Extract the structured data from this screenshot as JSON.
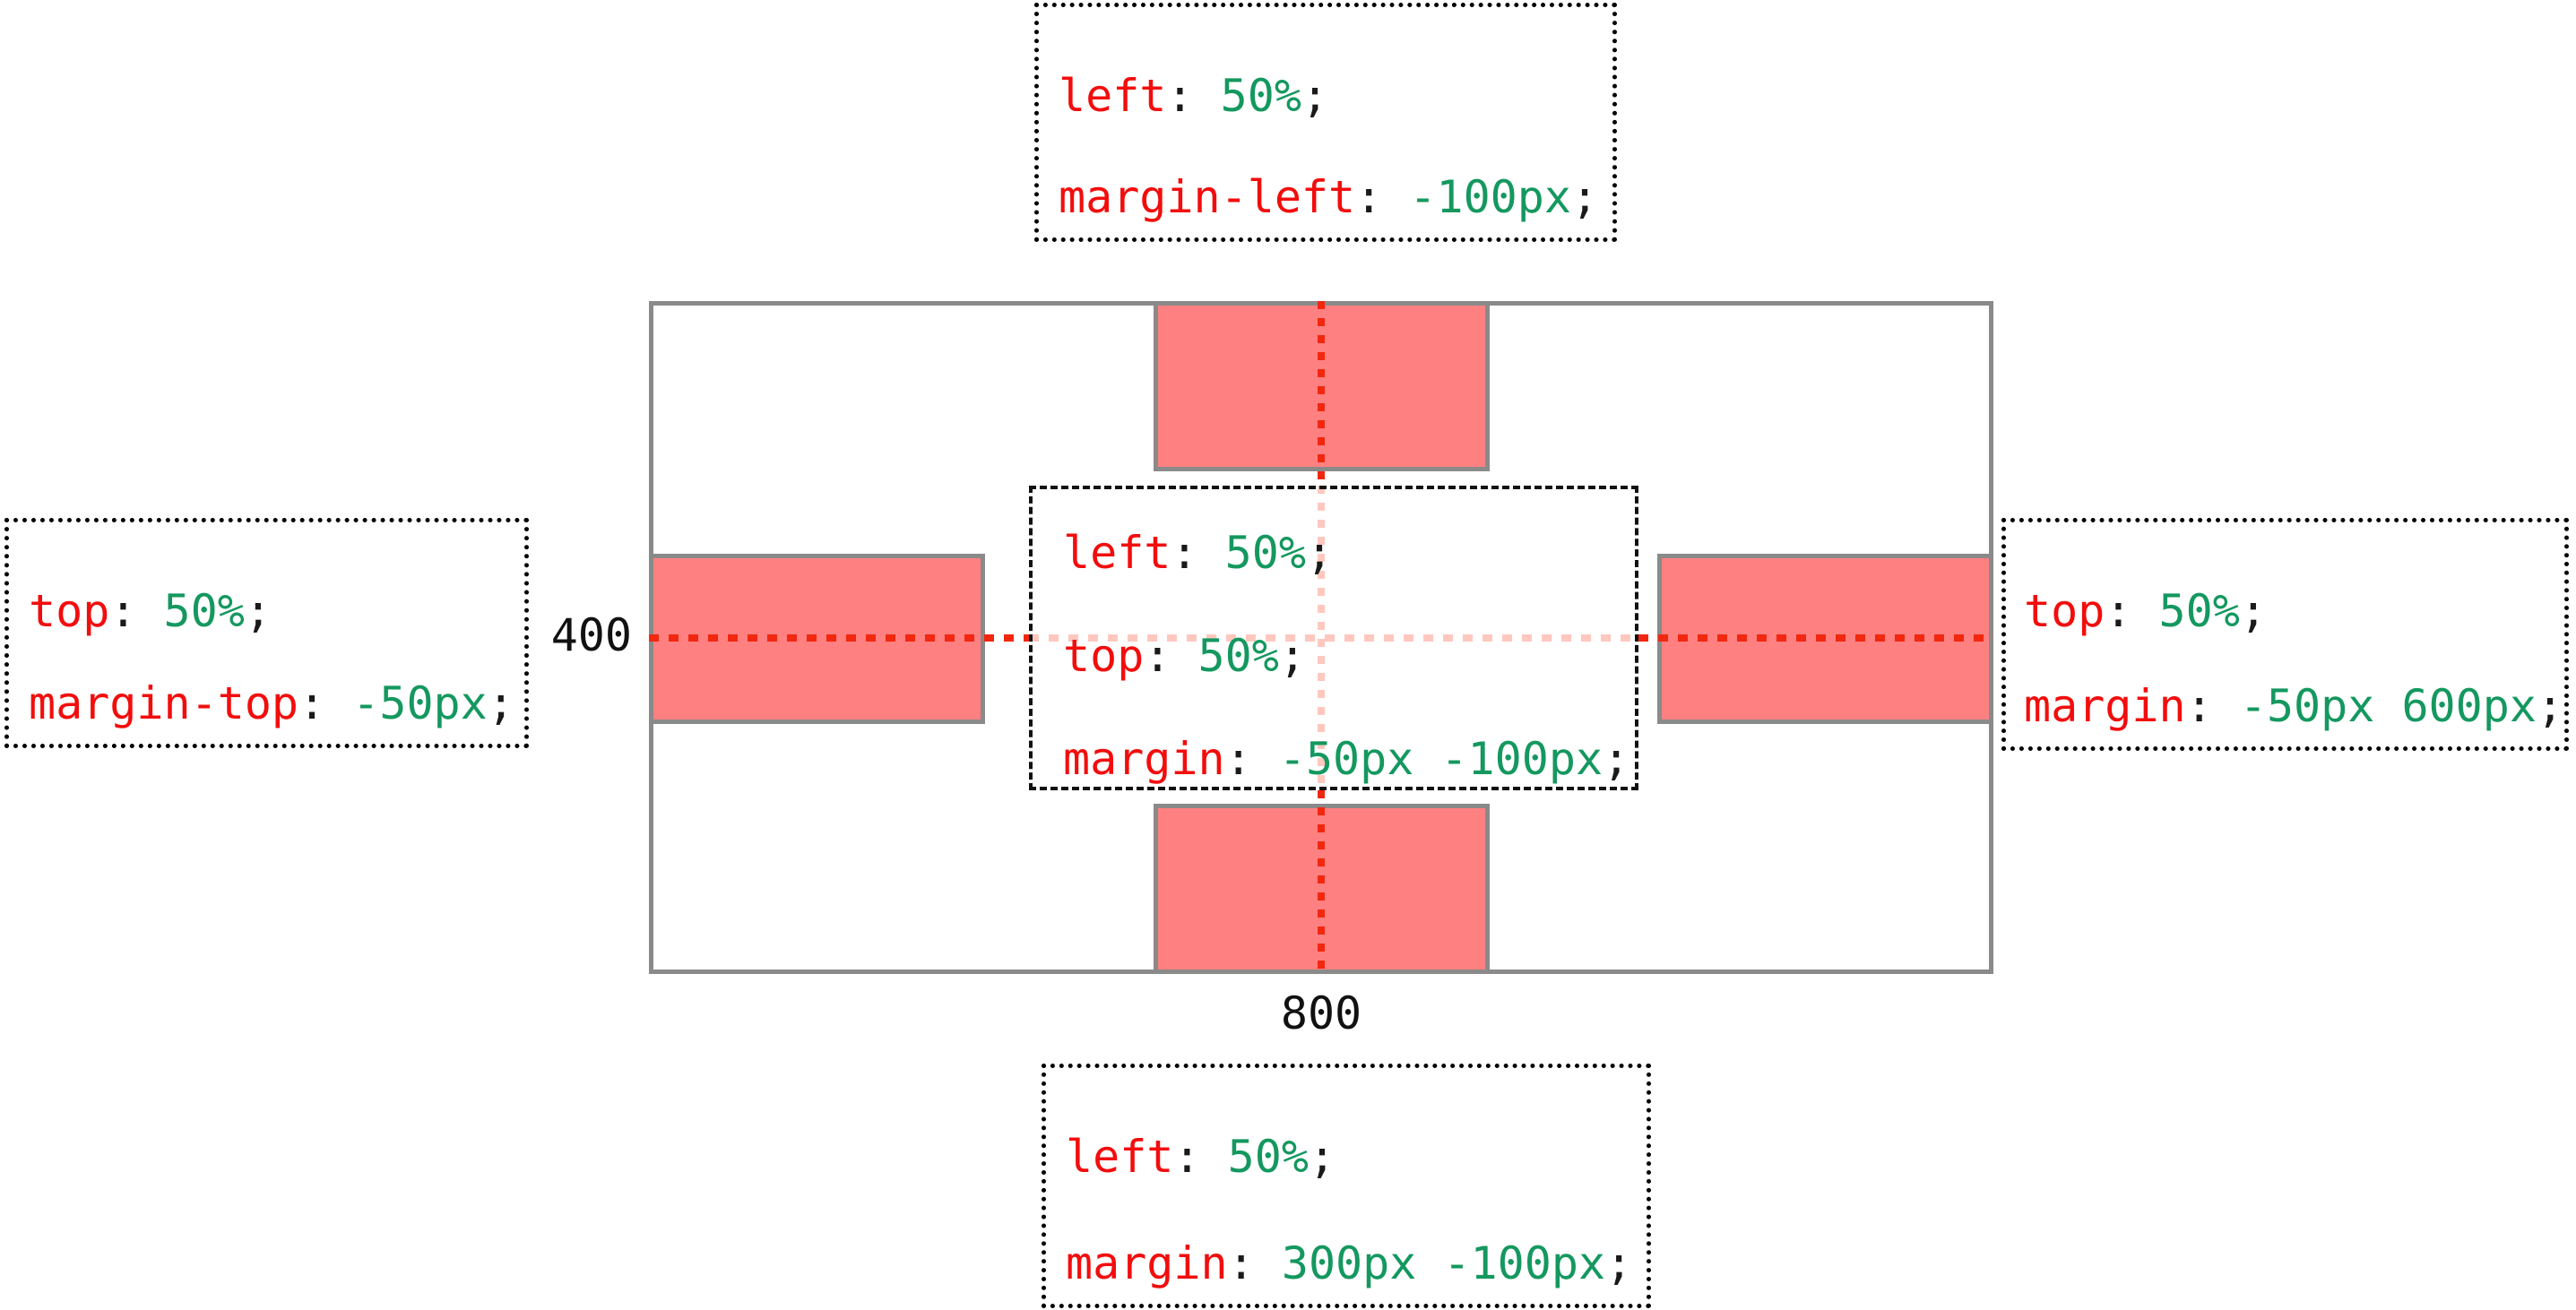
{
  "container": {
    "width_label": "800",
    "height_label": "400"
  },
  "syntax": {
    "colon": ": ",
    "semicolon": ";"
  },
  "rule_boxes": {
    "top": {
      "lines": [
        {
          "prop": "left",
          "value": "50%"
        },
        {
          "prop": "margin-left",
          "value": "-100px"
        }
      ]
    },
    "left": {
      "lines": [
        {
          "prop": "top",
          "value": "50%"
        },
        {
          "prop": "margin-top",
          "value": "-50px"
        }
      ]
    },
    "right": {
      "lines": [
        {
          "prop": "top",
          "value": "50%"
        },
        {
          "prop": "margin",
          "value": "-50px 600px"
        }
      ]
    },
    "bottom": {
      "lines": [
        {
          "prop": "left",
          "value": "50%"
        },
        {
          "prop": "margin",
          "value": "300px -100px"
        }
      ]
    },
    "center": {
      "lines": [
        {
          "prop": "left",
          "value": "50%"
        },
        {
          "prop": "top",
          "value": "50%"
        },
        {
          "prop": "margin",
          "value": "-50px -100px"
        }
      ]
    }
  },
  "colors": {
    "element_fill": "#ff8080",
    "element_border": "#8a8a8a",
    "guide_line": "#f2270f",
    "guide_line_faint": "#ffc8bf",
    "property_text": "#f20d0d",
    "value_text": "#14985f",
    "punctuation_text": "#1a1a1a"
  }
}
